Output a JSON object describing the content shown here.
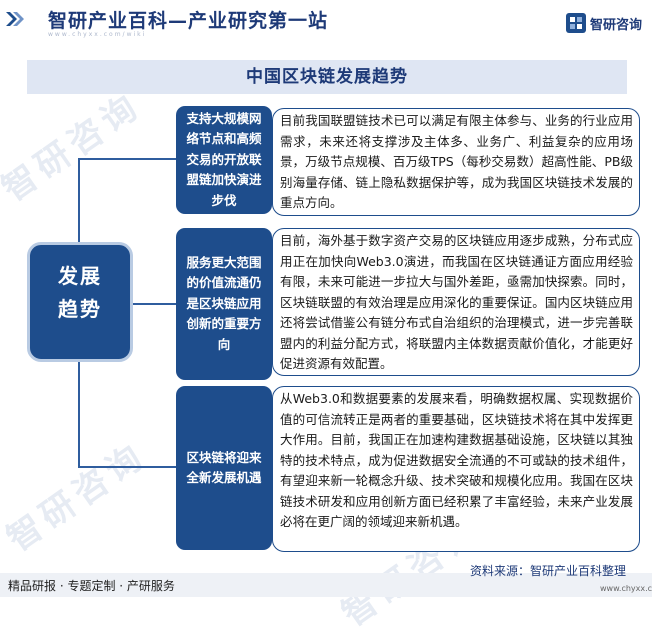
{
  "header": {
    "title": "智研产业百科—产业研究第一站",
    "subtitle": "www.chyxx.com/wiki",
    "logo_text": "智研咨询"
  },
  "title": "中国区块链发展趋势",
  "main_label_line1": "发展",
  "main_label_line2": "趋势",
  "branches": [
    {
      "label": "支持大规模网络节点和高频交易的开放联盟链加快演进步伐",
      "content": "目前我国联盟链技术已可以满足有限主体参与、业务的行业应用需求，未来还将支撑涉及主体多、业务广、利益复杂的应用场景，万级节点规模、百万级TPS（每秒交易数）超高性能、PB级别海量存储、链上隐私数据保护等，成为我国区块链技术发展的重点方向。"
    },
    {
      "label": "服务更大范围的价值流通仍是区块链应用创新的重要方向",
      "content": "目前，海外基于数字资产交易的区块链应用逐步成熟，分布式应用正在加快向Web3.0演进，而我国在区块链通证方面应用经验有限，未来可能进一步拉大与国外差距，亟需加快探索。同时，区块链联盟的有效治理是应用深化的重要保证。国内区块链应用还将尝试借鉴公有链分布式自治组织的治理模式，进一步完善联盟内的利益分配方式，将联盟内主体数据贡献价值化，才能更好促进资源有效配置。"
    },
    {
      "label": "区块链将迎来全新发展机遇",
      "content": "从Web3.0和数据要素的发展来看，明确数据权属、实现数据价值的可信流转正是两者的重要基础，区块链技术将在其中发挥更大作用。目前，我国正在加速构建数据基础设施，区块链以其独特的技术特点，成为促进数据安全流通的不可或缺的技术组件，有望迎来新一轮概念升级、技术突破和规模化应用。我国在区块链技术研发和应用创新方面已经积累了丰富经验，未来产业发展必将在更广阔的领域迎来新机遇。"
    }
  ],
  "watermark": "智研咨询",
  "footer": {
    "left": "精品研报 · 专题定制 · 产研服务",
    "source": "资料来源：智研产业百科整理",
    "url": "www.chyxx.com"
  },
  "colors": {
    "primary": "#1e4d8c",
    "band": "#dfe6f3",
    "title": "#1e3a78"
  }
}
